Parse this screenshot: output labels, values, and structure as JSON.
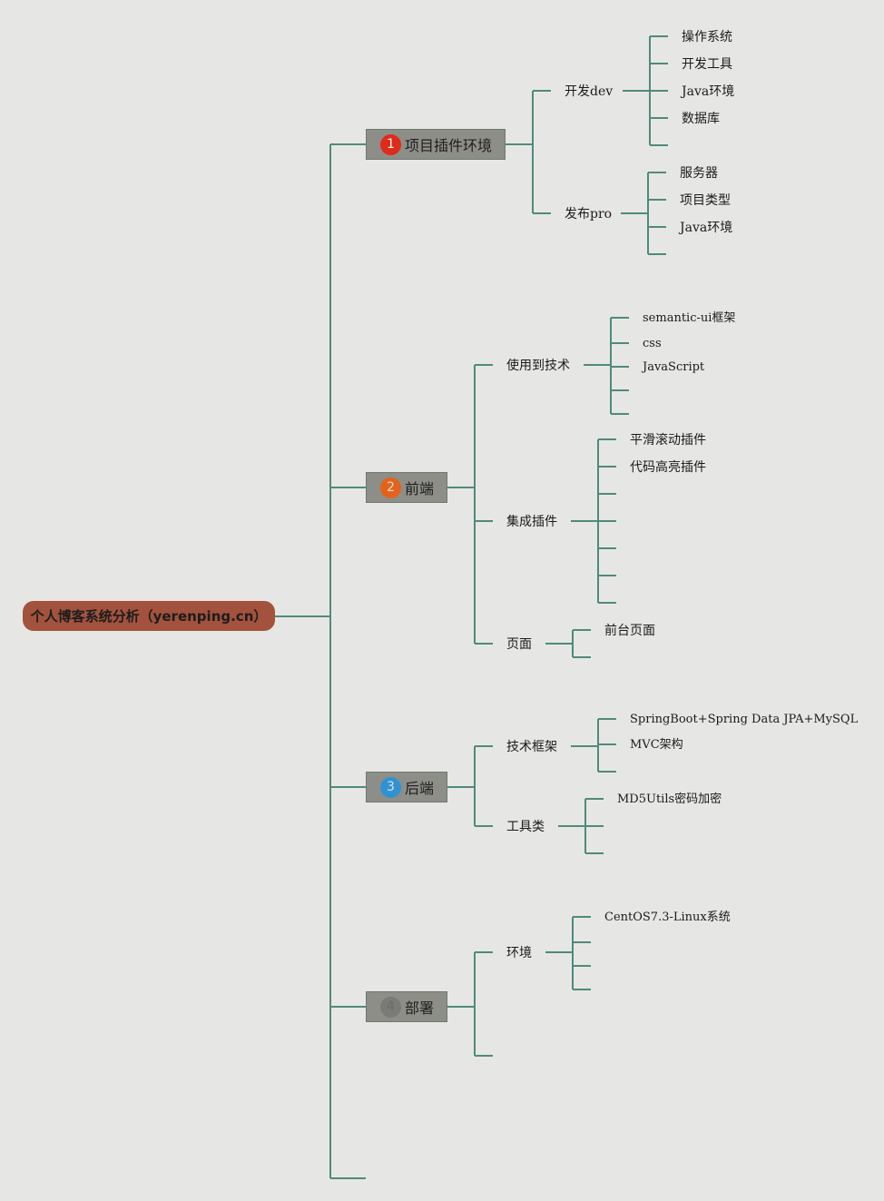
{
  "root": {
    "label": "个人博客系统分析（yerenping.cn）"
  },
  "colors": {
    "background": "#e6e7e4",
    "line": "#4f8a7d",
    "root": "#a3523d",
    "branch": "#8d8e87"
  },
  "branches": [
    {
      "num": "1",
      "badge_color": "#e02a1a",
      "label": "项目插件环境",
      "children": [
        {
          "label": "开发dev",
          "items": [
            "操作系统",
            "开发工具",
            "Java环境",
            "数据库",
            ""
          ]
        },
        {
          "label": "发布pro",
          "items": [
            "服务器",
            "项目类型",
            "Java环境",
            ""
          ]
        }
      ]
    },
    {
      "num": "2",
      "badge_color": "#e5621b",
      "label": "前端",
      "children": [
        {
          "label": "使用到技术",
          "items": [
            "semantic-ui框架",
            "css",
            "JavaScript",
            "",
            ""
          ]
        },
        {
          "label": "集成插件",
          "items": [
            "平滑滚动插件",
            "代码高亮插件",
            "",
            "",
            "",
            "",
            ""
          ]
        },
        {
          "label": "页面",
          "items": [
            "前台页面",
            ""
          ]
        }
      ]
    },
    {
      "num": "3",
      "badge_color": "#2f93d3",
      "label": "后端",
      "children": [
        {
          "label": "技术框架",
          "items": [
            "SpringBoot+Spring Data JPA+MySQL",
            "MVC架构",
            ""
          ]
        },
        {
          "label": "工具类",
          "items": [
            "MD5Utils密码加密",
            "",
            ""
          ]
        }
      ]
    },
    {
      "num": "4",
      "badge_color": "#7a7a76",
      "label": "部署",
      "children": [
        {
          "label": "环境",
          "items": [
            "CentOS7.3-Linux系统",
            "",
            "",
            ""
          ]
        },
        {
          "label": "",
          "items": []
        }
      ]
    },
    {
      "num": "",
      "badge_color": "",
      "label": "",
      "children": []
    }
  ]
}
